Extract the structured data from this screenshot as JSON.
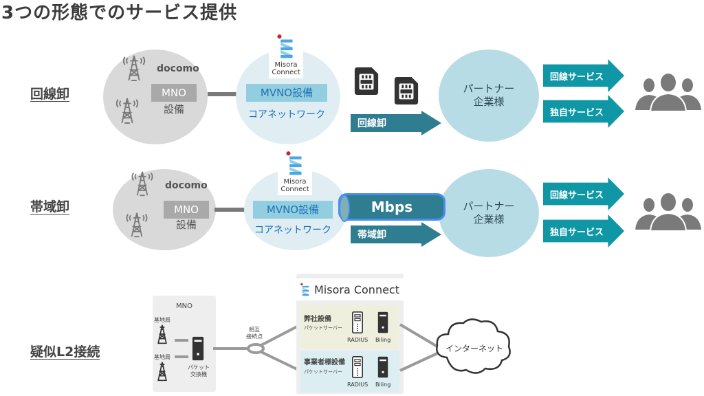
{
  "title": "3つの形態でのサービス提供",
  "rows": [
    {
      "label": "回線卸",
      "carrier_logo": "docomo",
      "mno_box": {
        "line1": "MNO",
        "line2": "設備"
      },
      "logo_text": {
        "line1": "Misora",
        "line2": "Connect"
      },
      "mvno_box": "MVNO設備",
      "core_label": "コアネットワーク",
      "wholesale_arrow": "回線卸",
      "partner": {
        "line1": "パートナー",
        "line2": "企業様"
      },
      "services": [
        "回線サービス",
        "独自サービス"
      ],
      "icons": [
        "sim-card-icon",
        "sim-card-icon",
        "users-icon"
      ]
    },
    {
      "label": "帯域卸",
      "carrier_logo": "docomo",
      "mno_box": {
        "line1": "MNO",
        "line2": "設備"
      },
      "logo_text": {
        "line1": "Misora",
        "line2": "Connect"
      },
      "mvno_box": "MVNO設備",
      "core_label": "コアネットワーク",
      "pipe_label": "Mbps",
      "wholesale_arrow": "帯域卸",
      "partner": {
        "line1": "パートナー",
        "line2": "企業様"
      },
      "services": [
        "回線サービス",
        "独自サービス"
      ],
      "icons": [
        "users-icon"
      ]
    },
    {
      "label": "疑似L2接続",
      "mno_panel": {
        "title": "MNO",
        "base_station_1": "基地局",
        "base_station_2": "基地局",
        "switch_label_1": "パケット",
        "switch_label_2": "交換機"
      },
      "interconnect": {
        "line1": "相互",
        "line2": "接続点"
      },
      "misora_panel": {
        "header": "Misora Connect",
        "zones": [
          {
            "title": "弊社設備",
            "subtitle": "パケットサーバー",
            "servers": [
              "RADIUS",
              "Biling"
            ]
          },
          {
            "title": "事業者様設備",
            "subtitle": "パケットサーバー",
            "servers": [
              "RADIUS",
              "Biling"
            ]
          }
        ]
      },
      "internet_label": "インターネット"
    }
  ],
  "colors": {
    "teal_arrow": "#2f7d90",
    "service_arrow": "#0f97a6",
    "partner_circle": "#b8dce6",
    "mvno_circle": "#e0eef4",
    "mno_circle": "#d9d9d9",
    "pipe_border": "#4a8ef0",
    "core_text": "#1b72b5",
    "logo_red": "#c0282d",
    "logo_blue": "#4aa8e0"
  }
}
